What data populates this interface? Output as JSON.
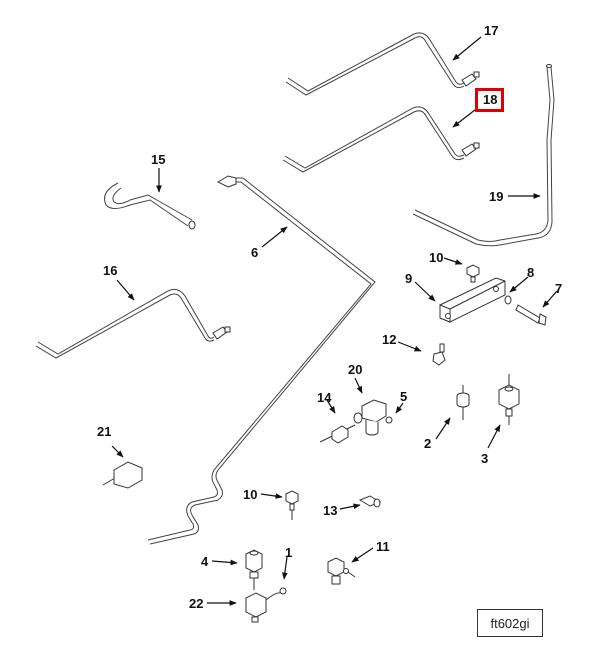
{
  "figure_id": "ft602gi",
  "highlight_color": "#e00000",
  "highlighted_callout": "18",
  "callouts": [
    {
      "id": "1",
      "label": "1"
    },
    {
      "id": "2",
      "label": "2"
    },
    {
      "id": "3",
      "label": "3"
    },
    {
      "id": "4",
      "label": "4"
    },
    {
      "id": "5",
      "label": "5"
    },
    {
      "id": "6",
      "label": "6"
    },
    {
      "id": "7",
      "label": "7"
    },
    {
      "id": "8",
      "label": "8"
    },
    {
      "id": "9",
      "label": "9"
    },
    {
      "id": "10a",
      "label": "10"
    },
    {
      "id": "10b",
      "label": "10"
    },
    {
      "id": "11",
      "label": "11"
    },
    {
      "id": "12",
      "label": "12"
    },
    {
      "id": "13",
      "label": "13"
    },
    {
      "id": "14",
      "label": "14"
    },
    {
      "id": "15",
      "label": "15"
    },
    {
      "id": "16",
      "label": "16"
    },
    {
      "id": "17",
      "label": "17"
    },
    {
      "id": "18",
      "label": "18"
    },
    {
      "id": "19",
      "label": "19"
    },
    {
      "id": "20",
      "label": "20"
    },
    {
      "id": "21",
      "label": "21"
    },
    {
      "id": "22",
      "label": "22"
    }
  ]
}
